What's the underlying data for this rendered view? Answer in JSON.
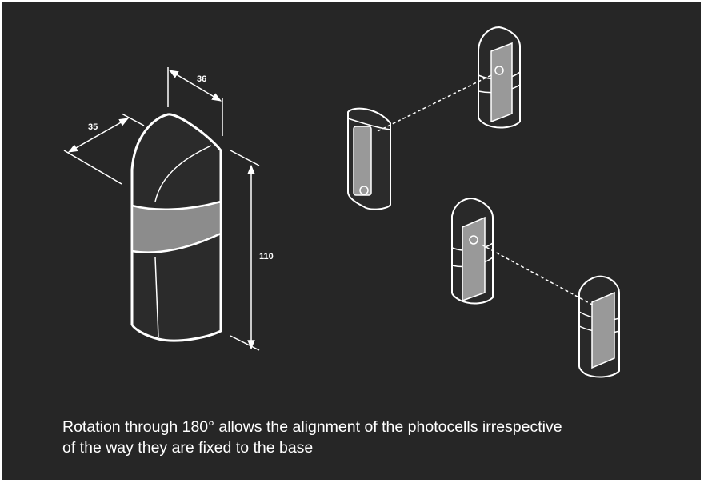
{
  "dimensions": {
    "width": "35",
    "depth": "36",
    "height": "110"
  },
  "caption": {
    "line1": "Rotation through 180° allows the alignment of the photocells irrespective",
    "line2": "of the way they are fixed to the base"
  },
  "colors": {
    "background": "#262626",
    "line": "#ffffff",
    "body_fill": "#2b2b2b",
    "band_fill": "#8c8c8c",
    "lens_fill": "#999999"
  }
}
